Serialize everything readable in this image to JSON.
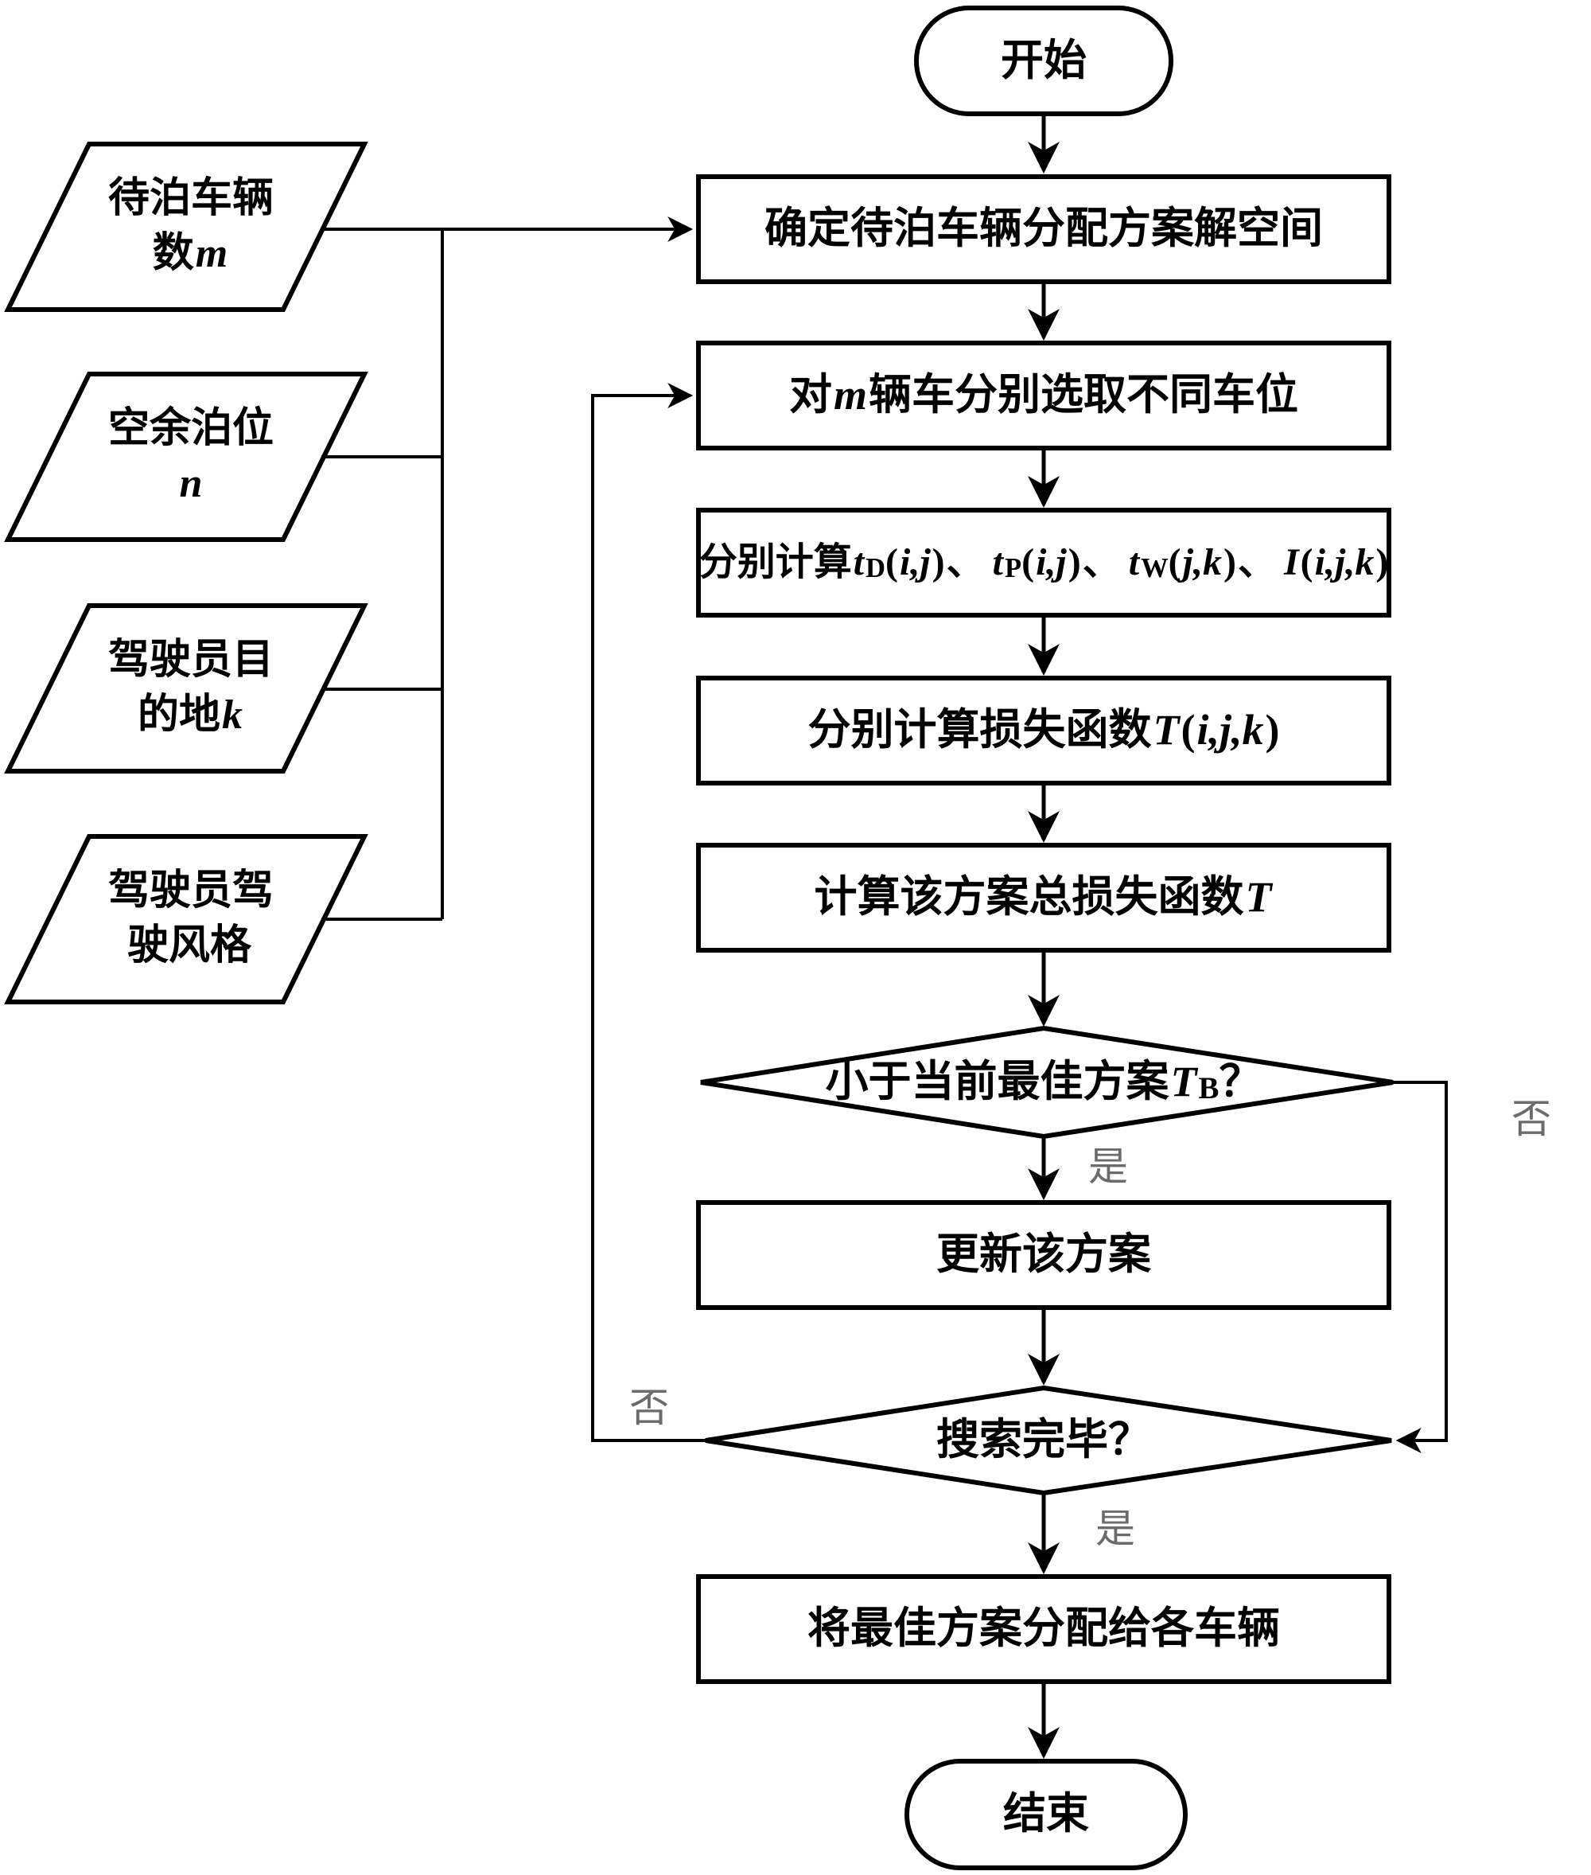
{
  "figure": {
    "type": "flowchart",
    "language": "zh-CN"
  },
  "terminals": {
    "start": "开始",
    "end": "结束"
  },
  "inputs": [
    {
      "line1": "待泊车辆",
      "line2_prefix": "数",
      "var": "m"
    },
    {
      "line1": "空余泊位",
      "line2_prefix": "",
      "var": "n"
    },
    {
      "line1": "驾驶员目",
      "line2_prefix": "的地",
      "var": "k"
    },
    {
      "line1": "驾驶员驾",
      "line2_prefix": "驶风格",
      "var": ""
    }
  ],
  "processes": {
    "determine": "确定待泊车辆分配方案解空间",
    "select": {
      "prefix": "对",
      "var": "m",
      "suffix": "辆车分别选取不同车位"
    },
    "calc": {
      "prefix": "分别计算",
      "terms": [
        {
          "var": "t",
          "sub": "D",
          "open": "(",
          "args": "i,j",
          "close": ")",
          "sep": "、"
        },
        {
          "var": "t",
          "sub": "P",
          "open": "(",
          "args": "i,j",
          "close": ")",
          "sep": "、"
        },
        {
          "var": "t",
          "sub": "W",
          "open": "(",
          "args": "j,k",
          "close": ")",
          "sep": "、"
        },
        {
          "var": "I",
          "sub": "",
          "open": "(",
          "args": "i,j,k",
          "close": ")",
          "sep": ""
        }
      ]
    },
    "loss": {
      "prefix": "分别计算损失函数",
      "var": "T",
      "open": "(",
      "args": "i,j,k",
      "close": ")"
    },
    "total": {
      "prefix": "计算该方案总损失函数",
      "var": "T"
    },
    "update": "更新该方案",
    "assign": "将最佳方案分配给各车辆"
  },
  "decisions": {
    "better": {
      "prefix": "小于当前最佳方案",
      "var": "T",
      "sub": "B",
      "suffix": "？"
    },
    "done": "搜索完毕？"
  },
  "edge_labels": {
    "better_yes": "是",
    "better_no": "否",
    "done_yes": "是",
    "done_no": "否"
  },
  "colors": {
    "line": "#000000",
    "fill": "#ffffff",
    "label_gray": "#6b6b6b",
    "background": "#ffffff"
  }
}
